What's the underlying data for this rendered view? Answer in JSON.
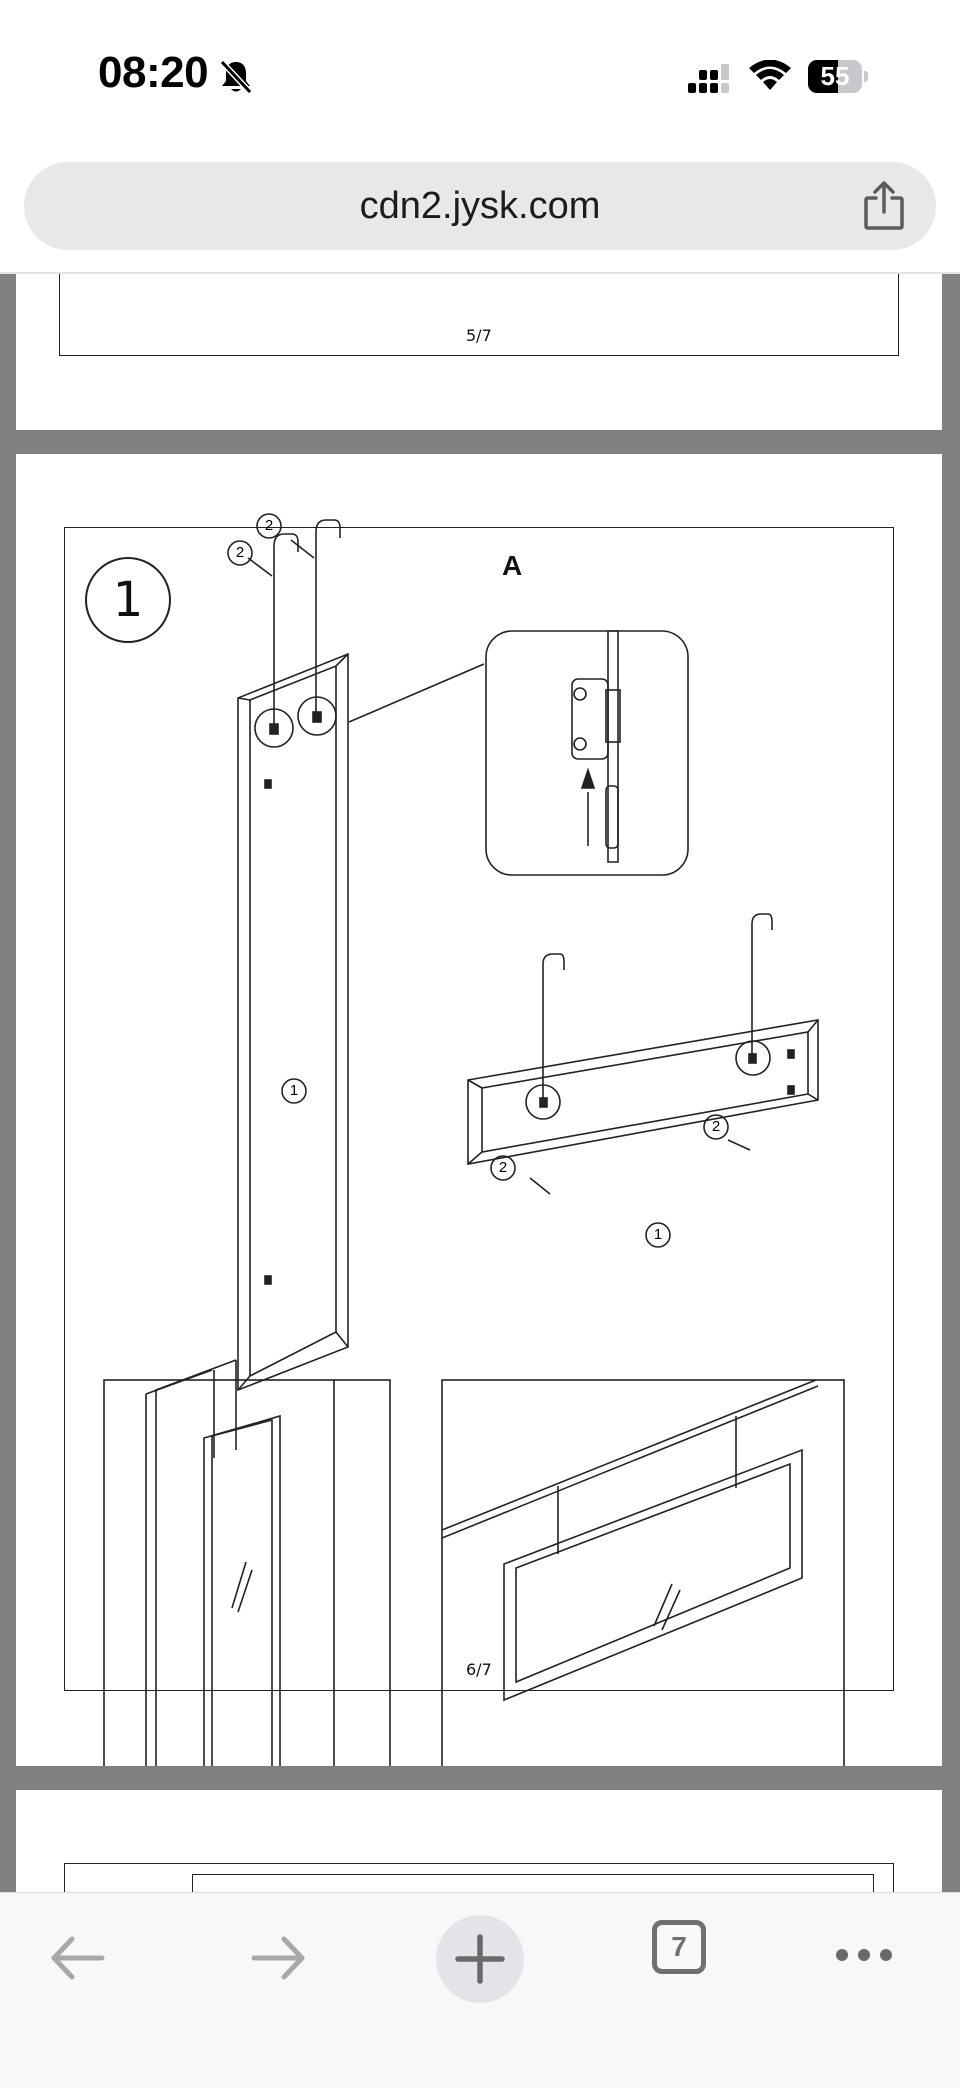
{
  "status_bar": {
    "time": "08:20",
    "battery_level": "55",
    "battery_fraction": 0.55,
    "icons": [
      "bell-slash-icon",
      "cellular-signal-icon",
      "wifi-icon",
      "battery-icon"
    ]
  },
  "browser": {
    "url": "cdn2.jysk.com",
    "share_icon": "share-icon",
    "tab_count": "7",
    "toolbar_icons": [
      "back-arrow-icon",
      "forward-arrow-icon",
      "plus-icon",
      "tabs-icon",
      "more-icon"
    ]
  },
  "document": {
    "pages": [
      {
        "number": "5/7"
      },
      {
        "number": "6/7",
        "step": "1",
        "section": "A",
        "part_labels": [
          "2",
          "2",
          "1",
          "2",
          "2",
          "1"
        ]
      }
    ]
  }
}
